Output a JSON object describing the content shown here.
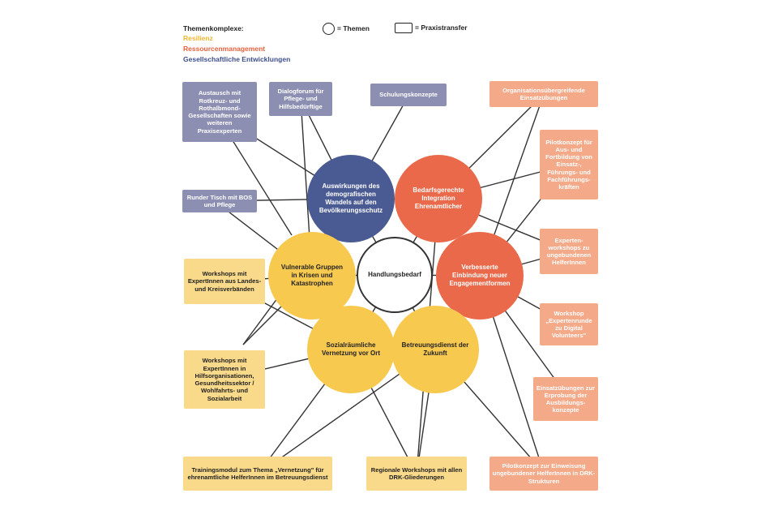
{
  "legend": {
    "title": "Themenkomplexe:",
    "themes": [
      {
        "label": "Resilienz",
        "color": "#f2b630"
      },
      {
        "label": "Ressourcenmanagement",
        "color": "#e8603c"
      },
      {
        "label": "Gesellschaftliche Entwicklungen",
        "color": "#3d4f8c"
      }
    ],
    "circle_label": "= Themen",
    "rect_label": "= Praxistransfer"
  },
  "colors": {
    "blue_circle": "#4a5a93",
    "blue_box": "#8c8fb2",
    "orange_circle": "#e9694a",
    "orange_box": "#f4a989",
    "yellow_circle": "#f8c94f",
    "yellow_box": "#f9d98a",
    "line": "#333333"
  },
  "themes": {
    "demografie": "Auswirkungen des demografischen Wandels auf den Bevölkerungsschutz",
    "bedarfsgerecht": "Bedarfsgerechte Integration Ehrenamtlicher",
    "verbesserte": "Verbesserte Einbindung neuer Engagementformen",
    "vulnerable": "Vulnerable Gruppen in Krisen und Katastrophen",
    "sozialraeumlich": "Sozialräumliche Vernetzung vor Ort",
    "betreuungsdienst": "Betreuungsdienst der Zukunft",
    "center": "Handlungsbedarf"
  },
  "transfers": {
    "austausch": "Austausch mit Rotkreuz- und Rothalbmond-Gesellschaften sowie weiteren Praxisexperten",
    "dialogforum": "Dialogforum für Pflege- und Hilfsbedürftige",
    "schulungskonzepte": "Schulungskonzepte",
    "runder_tisch": "Runder Tisch mit BOS und Pflege",
    "workshops_landes": "Workshops mit ExpertInnen aus Landes- und Kreisverbänden",
    "workshops_hilfs": "Workshops mit ExpertInnen in Hilfsorganisationen, Gesundheitssektor / Wohlfahrts- und Sozialarbeit",
    "trainingsmodul": "Trainingsmodul zum Thema „Vernetzung\" für ehrenamtliche HelferInnen im Betreuungsdienst",
    "regionale_workshops": "Regionale Workshops mit allen DRK-Gliederungen",
    "org_einsatz": "Organisationsübergreifende Einsatzübungen",
    "pilotkonzept_fk": "Pilotkonzept für Aus- und Fortbildung von Einsatz-, Führungs- und Fachführungs-kräften",
    "expertenworkshops": "Experten-workshops zu ungebundenen HelferInnen",
    "workshop_digital": "Workshop „Expertenrunde zu Digital Volunteers\"",
    "einsatzuebungen": "Einsatzübungen zur Erprobung der Ausbildungs-konzepte",
    "pilotkonzept_dienst": "Pilotkonzept zur Einweisung ungebundener HelferInnen in DRK-Strukturen"
  }
}
